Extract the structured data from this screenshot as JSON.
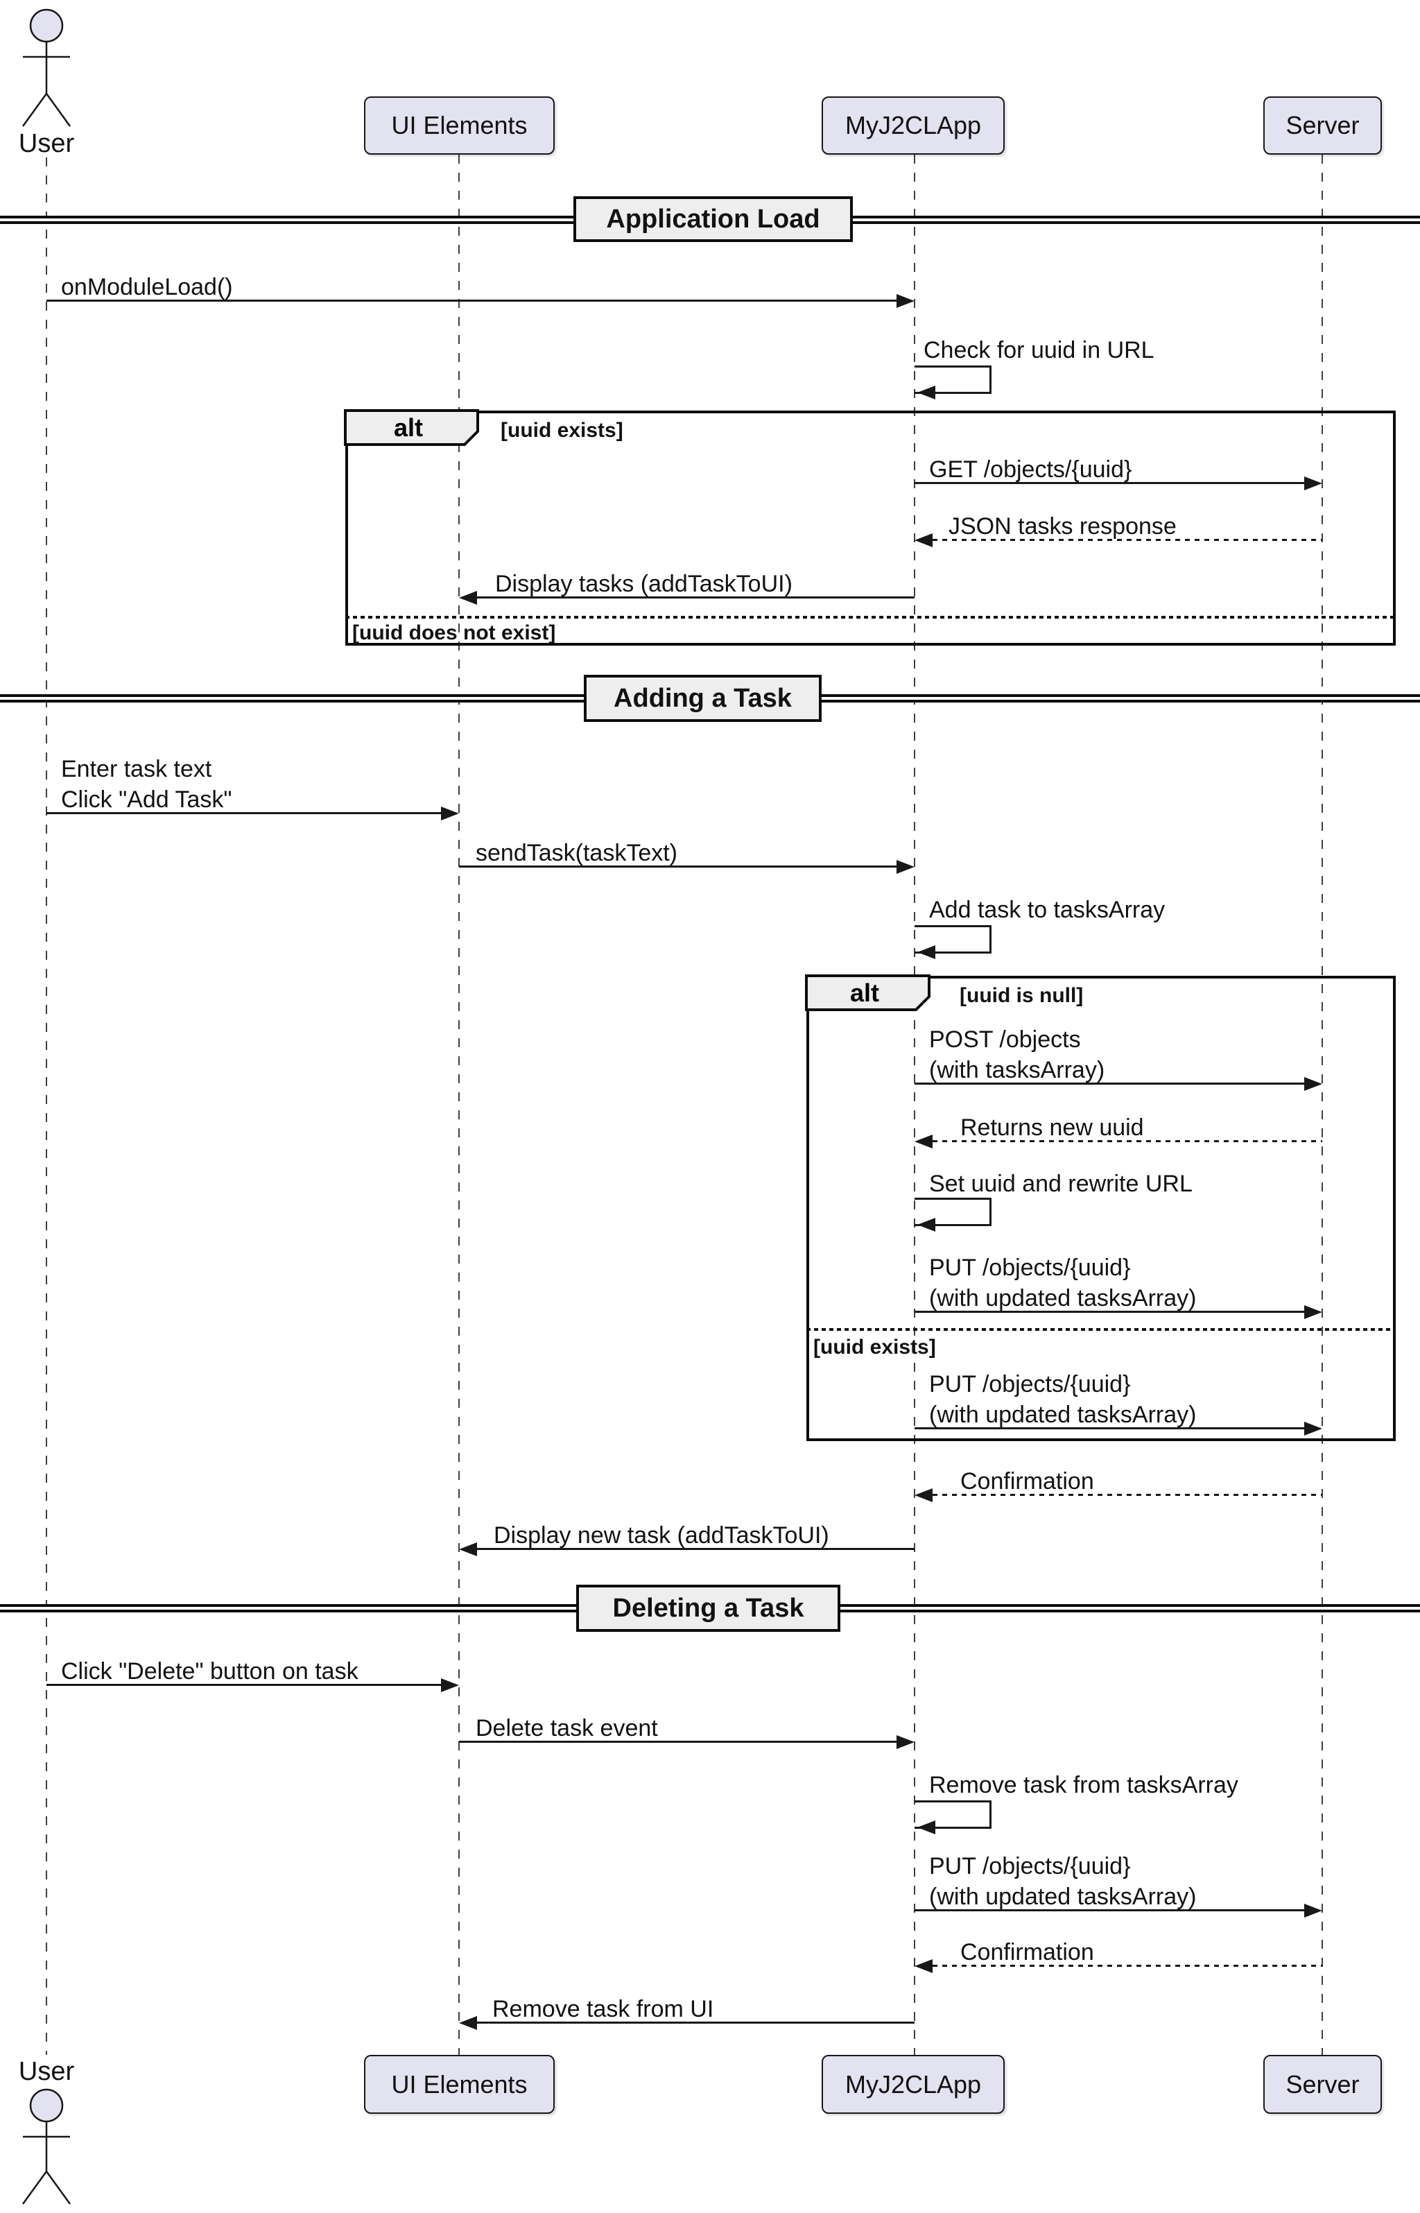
{
  "participants": {
    "user": {
      "label": "User",
      "type": "actor"
    },
    "ui": {
      "label": "UI Elements",
      "type": "participant"
    },
    "app": {
      "label": "MyJ2CLApp",
      "type": "participant"
    },
    "server": {
      "label": "Server",
      "type": "participant"
    }
  },
  "sections": {
    "load": {
      "title": "Application Load"
    },
    "add": {
      "title": "Adding a Task"
    },
    "delete": {
      "title": "Deleting a Task"
    }
  },
  "frames": {
    "alt1": {
      "operator": "alt",
      "guard_top": "[uuid exists]",
      "guard_bottom": "[uuid does not exist]"
    },
    "alt2": {
      "operator": "alt",
      "guard_top": "[uuid is null]",
      "guard_bottom": "[uuid exists]"
    }
  },
  "messages": {
    "onModuleLoad": "onModuleLoad()",
    "checkUuid": "Check for uuid in URL",
    "getObjects": "GET /objects/{uuid}",
    "jsonTasks": "JSON tasks response",
    "displayTasks": "Display tasks (addTaskToUI)",
    "enterTask1": "Enter task text",
    "enterTask2": "Click \"Add Task\"",
    "sendTask": "sendTask(taskText)",
    "addTask": "Add task to tasksArray",
    "post1": "POST /objects",
    "post2": "(with tasksArray)",
    "returnsUuid": "Returns new uuid",
    "setUuid": "Set uuid and rewrite URL",
    "put1a": "PUT /objects/{uuid}",
    "put1b": "(with updated tasksArray)",
    "put2a": "PUT /objects/{uuid}",
    "put2b": "(with updated tasksArray)",
    "confirmation1": "Confirmation",
    "displayNew": "Display new task (addTaskToUI)",
    "clickDelete": "Click \"Delete\" button on task",
    "deleteEvent": "Delete task event",
    "removeArray": "Remove task from tasksArray",
    "put3a": "PUT /objects/{uuid}",
    "put3b": "(with updated tasksArray)",
    "confirmation2": "Confirmation",
    "removeUi": "Remove task from UI"
  },
  "colors": {
    "participant_fill": "#E2E2F0",
    "participant_border": "#181818",
    "frame_label_fill": "#EEEEEE",
    "divider_fill": "#EEEEEE",
    "line": "#181818",
    "background": "#FFFFFF"
  }
}
